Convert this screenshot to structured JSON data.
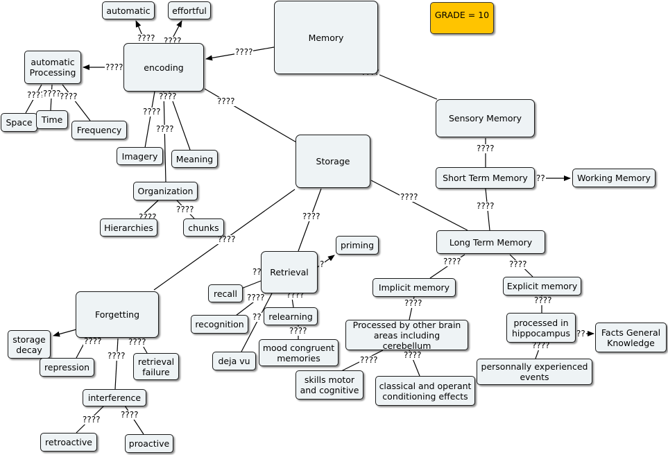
{
  "nodes": {
    "memory": "Memory",
    "grade": "GRADE = 10",
    "encoding": "encoding",
    "automatic": "automatic",
    "effortful": "effortful",
    "automatic_processing": "automatic\nProcessing",
    "space": "Space",
    "time": "Time",
    "frequency": "Frequency",
    "imagery": "Imagery",
    "meaning": "Meaning",
    "organization": "Organization",
    "hierarchies": "Hierarchies",
    "chunks": "chunks",
    "storage": "Storage",
    "sensory_memory": "Sensory Memory",
    "short_term_memory": "Short Term Memory",
    "working_memory": "Working Memory",
    "long_term_memory": "Long Term Memory",
    "retrieval": "Retrieval",
    "priming": "priming",
    "recall": "recall",
    "recognition": "recognition",
    "relearning": "relearning",
    "deja_vu": "deja vu",
    "mood_congruent": "mood congruent\nmemories",
    "forgetting": "Forgetting",
    "storage_decay": "storage\ndecay",
    "repression": "repression",
    "retrieval_failure": "retrieval\nfailure",
    "interference": "interference",
    "retroactive": "retroactive",
    "proactive": "proactive",
    "implicit_memory": "Implicit memory",
    "explicit_memory": "Explicit memory",
    "processed_other": "Processed by other brain\nareas including cerebellum",
    "skills": "skills motor\nand cognitive",
    "classical_operant": "classical and operant\nconditioning effects",
    "processed_hippocampus": "processed in\nhippocampus",
    "facts": "Facts General\nKnowledge",
    "personally": "personnally experienced\nevents"
  },
  "link_label": "????",
  "link_label_short": "??",
  "link_label_single": "?",
  "colors": {
    "node_fill": "#eef3f5",
    "grade_fill": "#ffc400",
    "line": "#000000"
  }
}
